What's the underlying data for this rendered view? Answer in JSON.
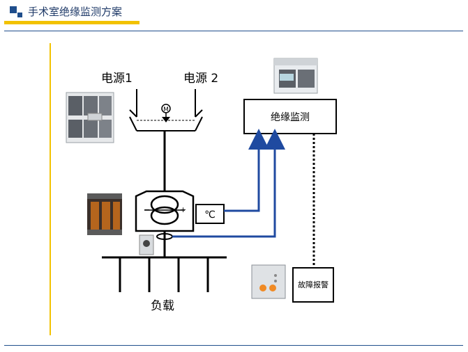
{
  "header": {
    "title": "手术室绝缘监测方案"
  },
  "diagram": {
    "source1": "电源1",
    "source2": "电源 2",
    "motor": "M",
    "monitor": "绝缘监测",
    "temperature": "℃",
    "alarm": "故障报警",
    "load": "负载"
  },
  "colors": {
    "accent": "#f2c200",
    "brand": "#1f4e8c",
    "signal_line": "#1f4aa0"
  }
}
